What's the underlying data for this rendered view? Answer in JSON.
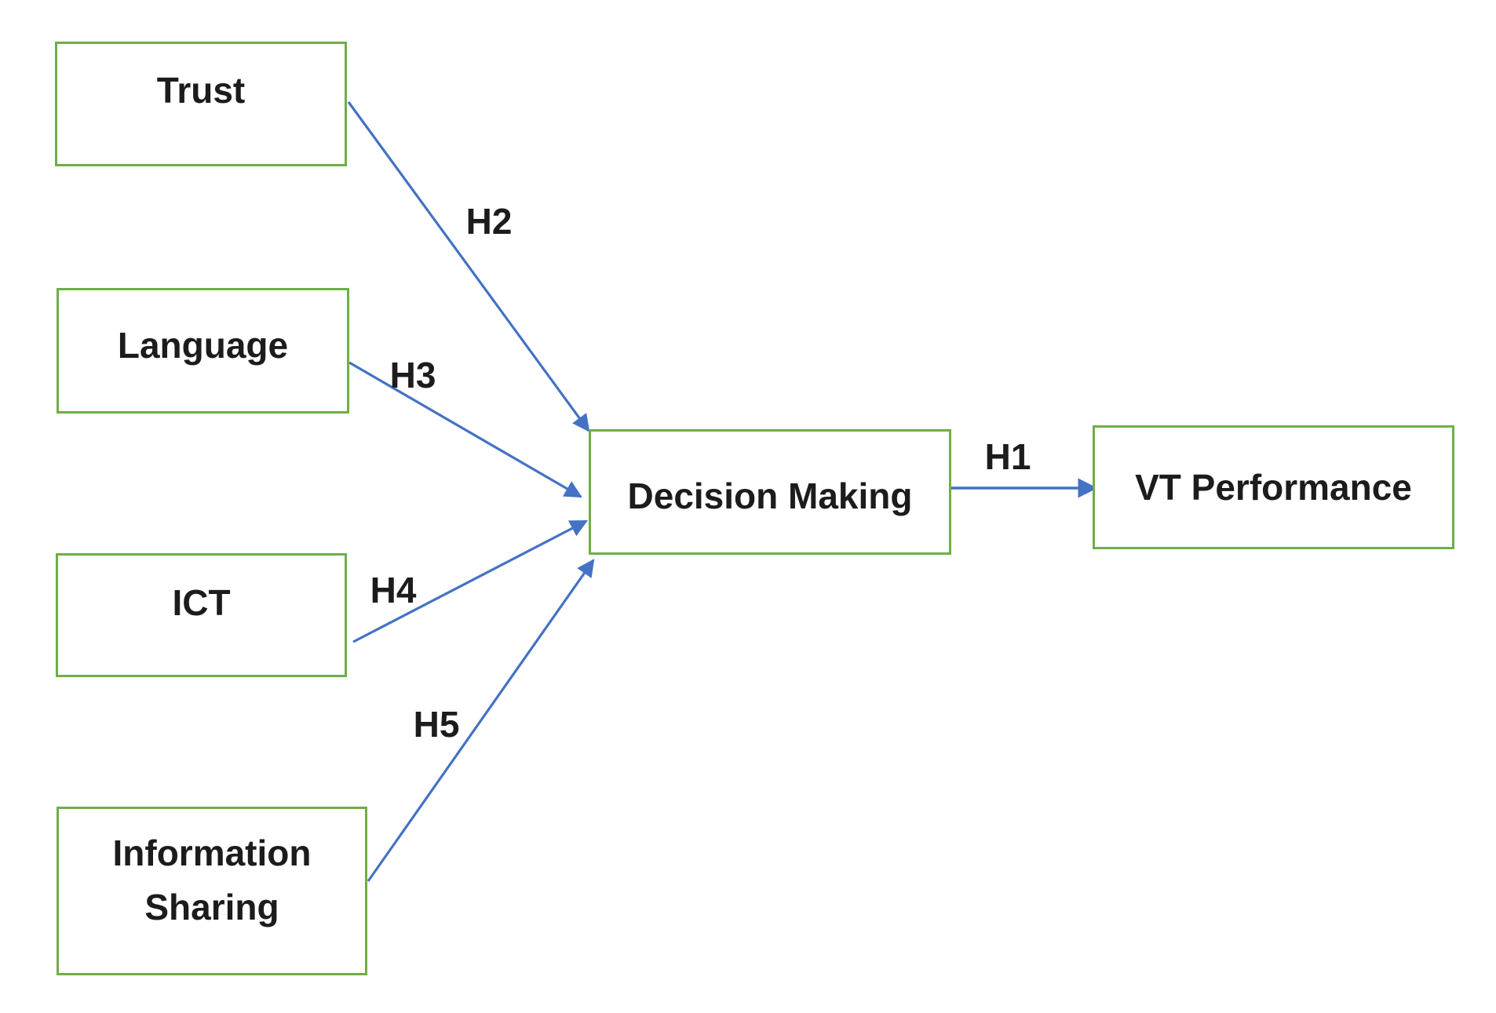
{
  "diagram": {
    "type": "conceptual-model",
    "colors": {
      "node_border": "#70AD47",
      "node_fill": "#ffffff",
      "arrow": "#4472C4",
      "text": "#1c1c1c",
      "background": "#ffffff"
    },
    "nodes": {
      "trust": {
        "label": "Trust"
      },
      "language": {
        "label": "Language"
      },
      "ict": {
        "label": "ICT"
      },
      "info": {
        "label": "Information Sharing",
        "lines": [
          "Information",
          "Sharing"
        ]
      },
      "decision": {
        "label": "Decision Making"
      },
      "vt": {
        "label": "VT Performance"
      }
    },
    "edges": {
      "h1": {
        "label": "H1",
        "from": "decision",
        "to": "vt"
      },
      "h2": {
        "label": "H2",
        "from": "trust",
        "to": "decision"
      },
      "h3": {
        "label": "H3",
        "from": "language",
        "to": "decision"
      },
      "h4": {
        "label": "H4",
        "from": "ict",
        "to": "decision"
      },
      "h5": {
        "label": "H5",
        "from": "info",
        "to": "decision"
      }
    }
  }
}
